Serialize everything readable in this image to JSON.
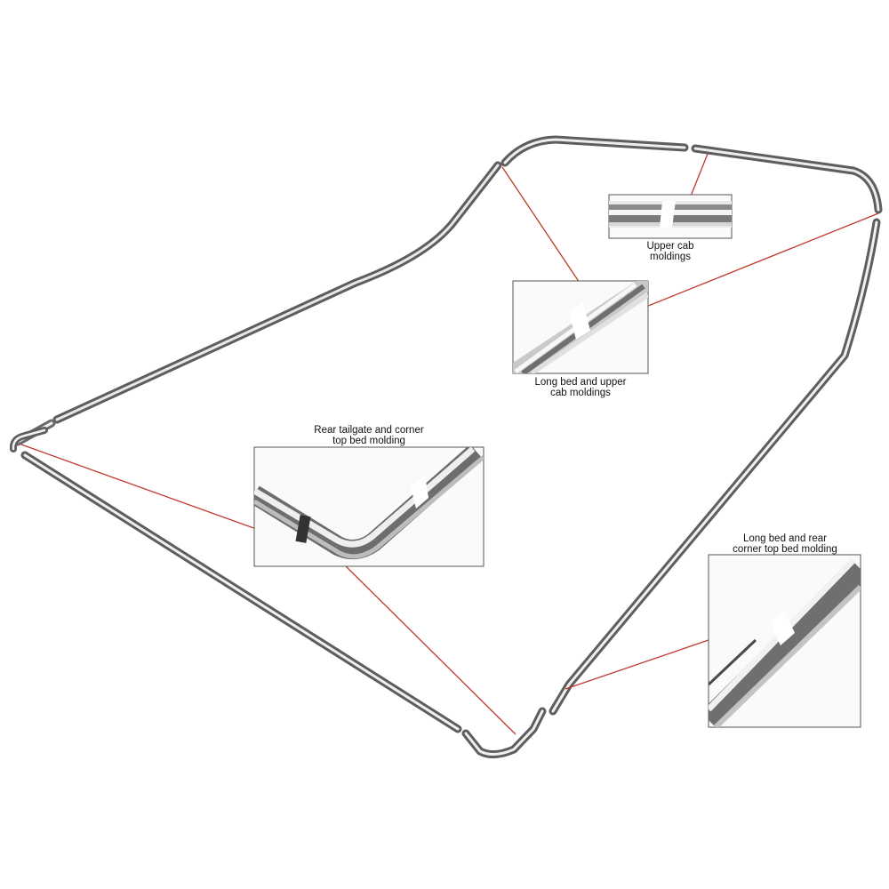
{
  "callouts": [
    {
      "id": "upper-cab",
      "lines": [
        "Upper cab",
        "moldings"
      ]
    },
    {
      "id": "long-bed-upper-cab",
      "lines": [
        "Long bed and upper",
        "cab moldings"
      ]
    },
    {
      "id": "rear-tailgate-corner",
      "lines": [
        "Rear tailgate and corner",
        "top bed molding"
      ]
    },
    {
      "id": "long-bed-rear-corner",
      "lines": [
        "Long bed and rear",
        "corner top bed molding"
      ]
    }
  ],
  "colors": {
    "leader_line": "#c0392b",
    "chrome_dark": "#6b6b6b",
    "chrome_mid": "#b9b9b9",
    "chrome_light": "#f2f2f2",
    "frame": "#555555"
  }
}
